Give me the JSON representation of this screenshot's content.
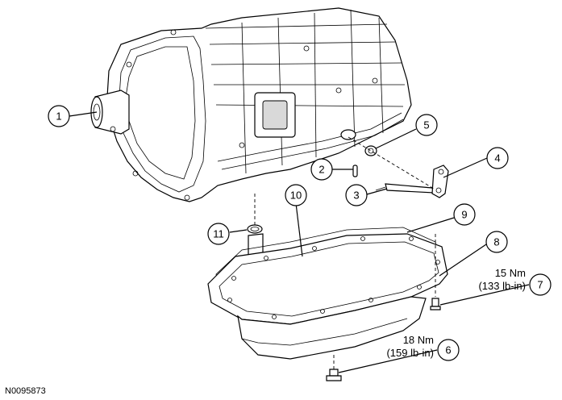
{
  "callouts": [
    {
      "id": "1",
      "label": "1"
    },
    {
      "id": "2",
      "label": "2"
    },
    {
      "id": "3",
      "label": "3"
    },
    {
      "id": "4",
      "label": "4"
    },
    {
      "id": "5",
      "label": "5"
    },
    {
      "id": "6",
      "label": "6"
    },
    {
      "id": "7",
      "label": "7"
    },
    {
      "id": "8",
      "label": "8"
    },
    {
      "id": "9",
      "label": "9"
    },
    {
      "id": "10",
      "label": "10"
    },
    {
      "id": "11",
      "label": "11"
    }
  ],
  "torque_specs": {
    "pan_bolt": {
      "nm": "15 Nm",
      "lbin": "(133 lb-in)"
    },
    "drain_plug": {
      "nm": "18 Nm",
      "lbin": "(159 lb-in)"
    }
  },
  "figure_id": "N0095873"
}
